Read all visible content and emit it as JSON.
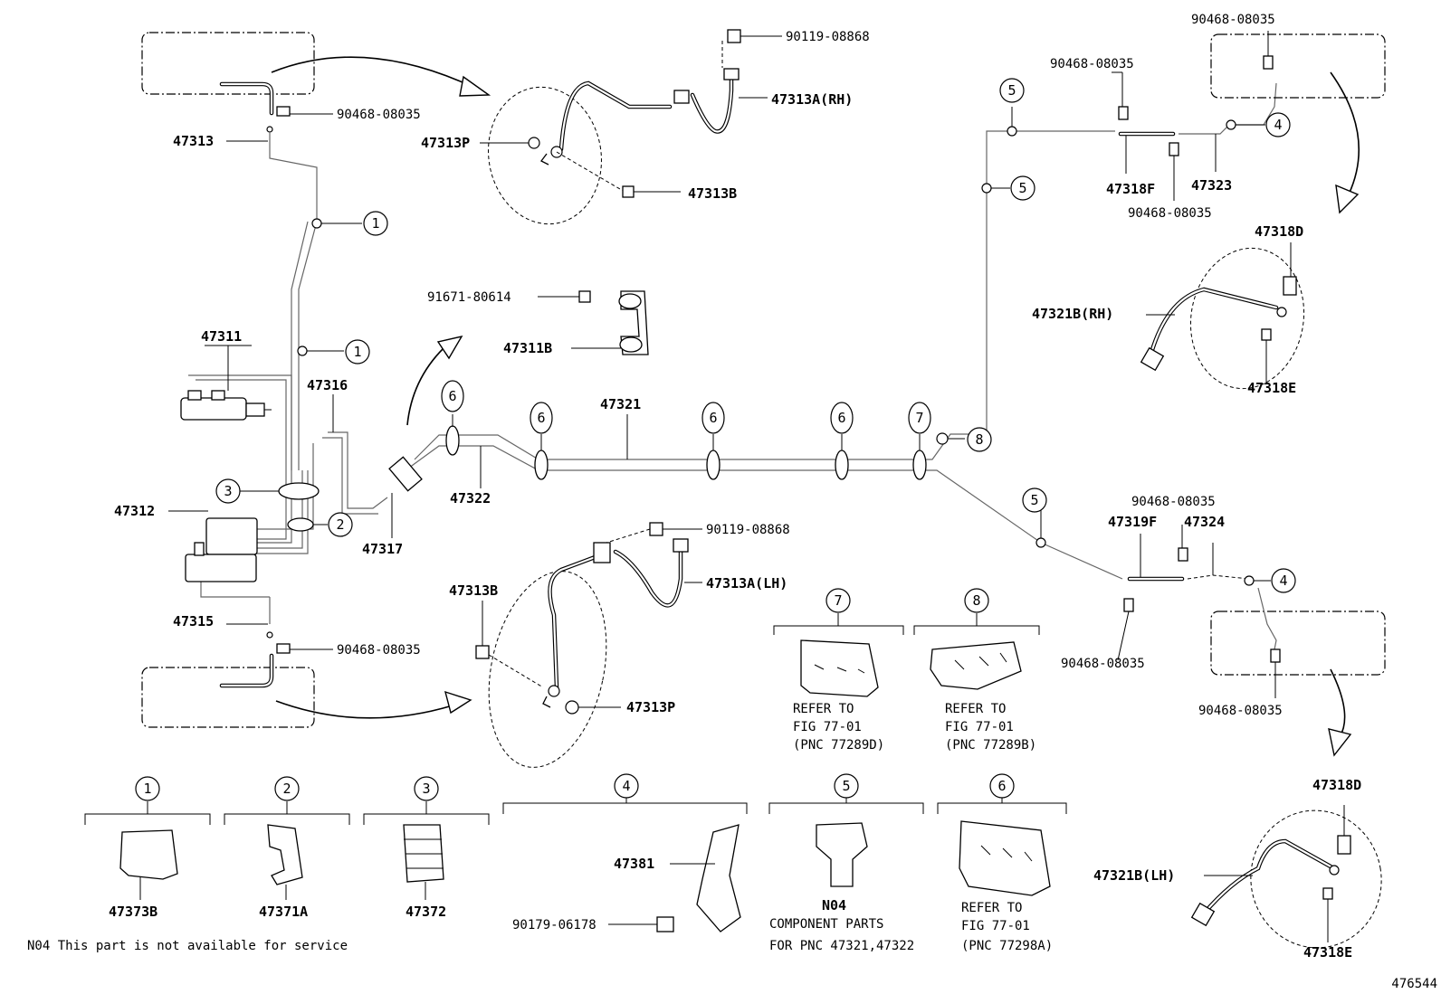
{
  "labels": {
    "p47313": "47313",
    "p90468_tl": "90468-08035",
    "p90119_top": "90119-08868",
    "p47313A_rh": "47313A(RH)",
    "p47313P_top": "47313P",
    "p47313B_top": "47313B",
    "p91671": "91671-80614",
    "p47311B": "47311B",
    "p47311": "47311",
    "p47316": "47316",
    "p47312": "47312",
    "p47317": "47317",
    "p47322": "47322",
    "p47321": "47321",
    "p47315": "47315",
    "p90468_bl": "90468-08035",
    "p90119_mid": "90119-08868",
    "p47313A_lh": "47313A(LH)",
    "p47313B_mid": "47313B",
    "p47313P_mid": "47313P",
    "p90468_rtop": "90468-08035",
    "p90468_rt2": "90468-08035",
    "p47318F": "47318F",
    "p47323": "47323",
    "p90468_rt3": "90468-08035",
    "p47318D_top": "47318D",
    "p47321B_rh": "47321B(RH)",
    "p47318E_top": "47318E",
    "p90468_rm": "90468-08035",
    "p47319F": "47319F",
    "p47324": "47324",
    "p90468_rb1": "90468-08035",
    "p90468_rb2": "90468-08035",
    "p47318D_bot": "47318D",
    "p47321B_lh": "47321B(LH)",
    "p47318E_bot": "47318E",
    "p47373B": "47373B",
    "p47371A": "47371A",
    "p47372": "47372",
    "p47381": "47381",
    "p90179": "90179-06178",
    "pN04": "N04",
    "comp1": "COMPONENT PARTS",
    "comp2": "FOR PNC 47321,47322",
    "refer7a": "REFER TO",
    "refer7b": "FIG 77-01",
    "refer7c": "(PNC 77289D)",
    "refer8a": "REFER TO",
    "refer8b": "FIG 77-01",
    "refer8c": "(PNC 77289B)",
    "refer6a": "REFER TO",
    "refer6b": "FIG 77-01",
    "refer6c": "(PNC 77298A)",
    "note": "N04 This part is not available for service",
    "figno": "476544"
  },
  "callouts": {
    "c1": "1",
    "c2": "2",
    "c3": "3",
    "c4": "4",
    "c5": "5",
    "c6": "6",
    "c7": "7",
    "c8": "8"
  }
}
